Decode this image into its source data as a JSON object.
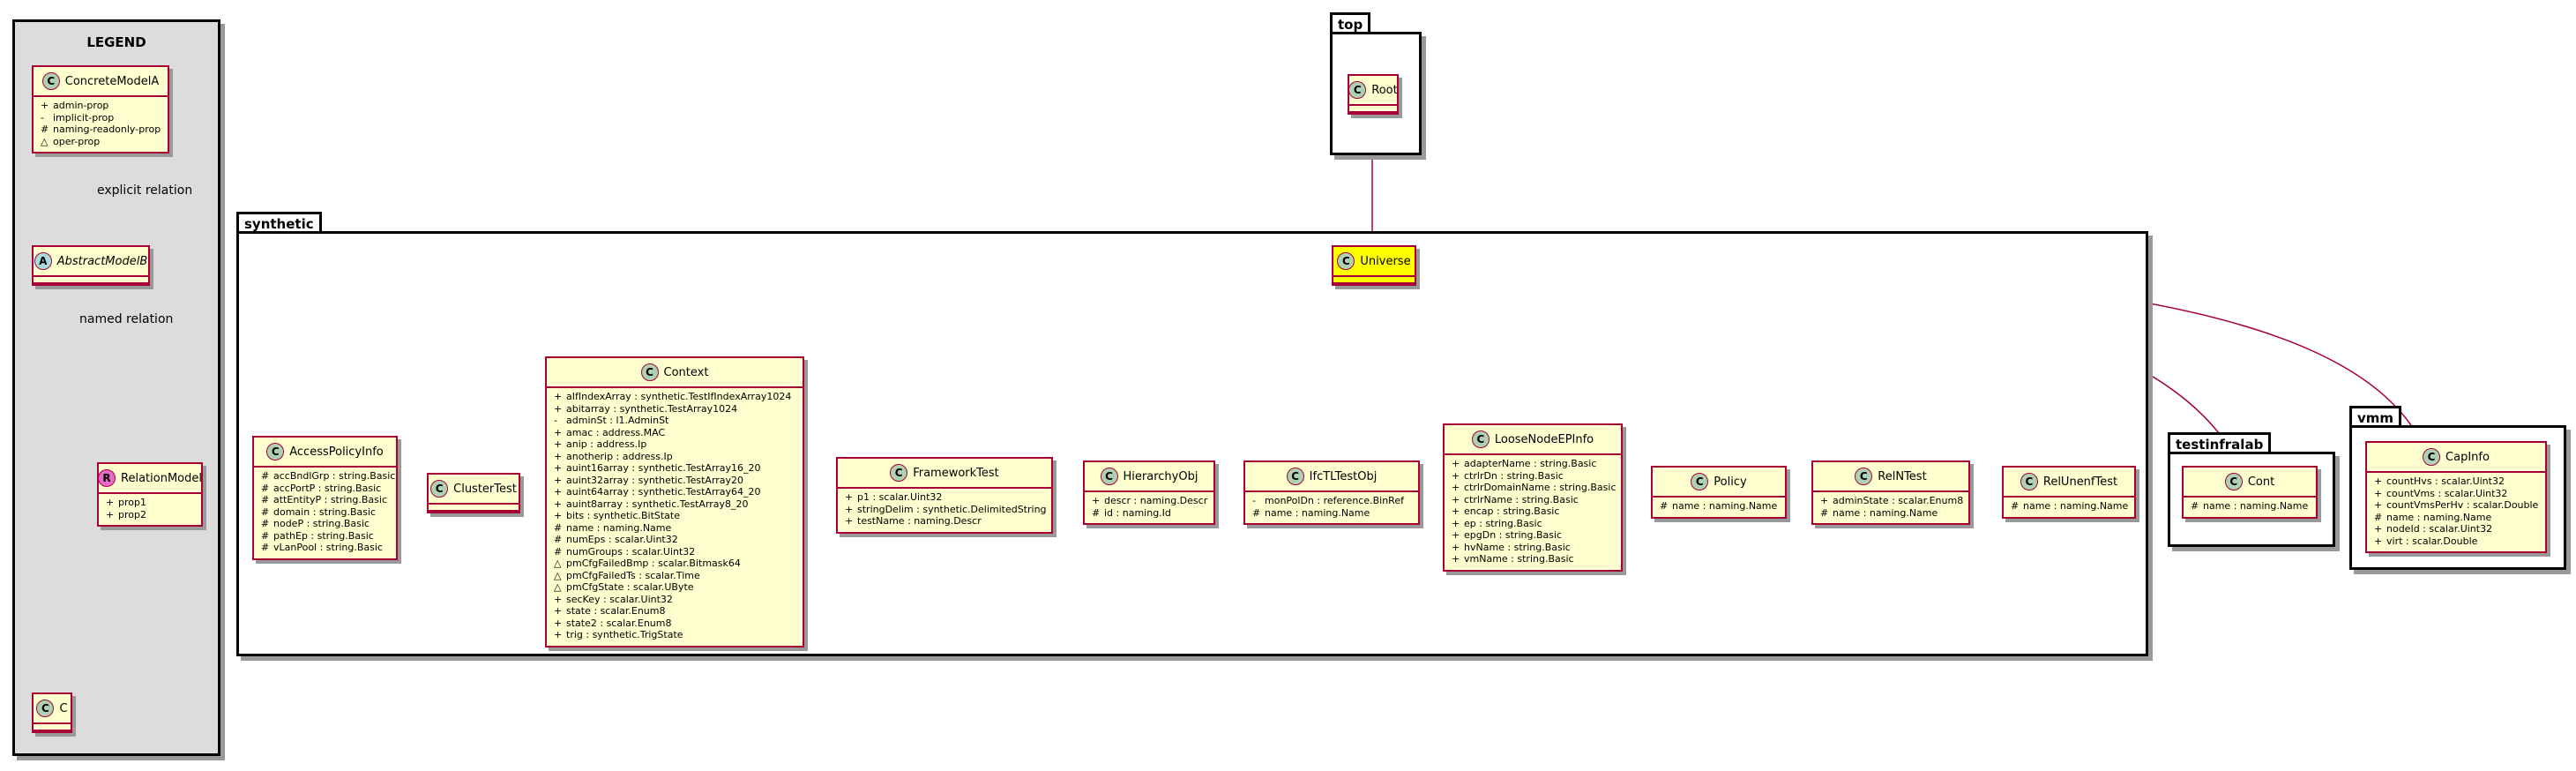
{
  "legend": {
    "title": "LEGEND",
    "concrete": {
      "name": "ConcreteModelA",
      "badge": "C",
      "attrs": [
        {
          "vis": "+",
          "text": "admin-prop"
        },
        {
          "vis": "-",
          "text": "implicit-prop"
        },
        {
          "vis": "#",
          "text": "naming-readonly-prop"
        },
        {
          "vis": "△",
          "text": "oper-prop"
        }
      ]
    },
    "explicit_label": "explicit relation",
    "abstract": {
      "name": "AbstractModelB",
      "badge": "A"
    },
    "named_label": "named relation",
    "relation": {
      "name": "RelationModel",
      "badge": "R",
      "attrs": [
        {
          "vis": "+",
          "text": "prop1"
        },
        {
          "vis": "+",
          "text": "prop2"
        }
      ]
    },
    "c": {
      "name": "C",
      "badge": "C"
    }
  },
  "packages": {
    "top": "top",
    "synthetic": "synthetic",
    "testinfralab": "testinfralab",
    "vmm": "vmm"
  },
  "classes": {
    "root": {
      "name": "Root",
      "badge": "C"
    },
    "universe": {
      "name": "Universe",
      "badge": "C"
    },
    "accesspolicyinfo": {
      "name": "AccessPolicyInfo",
      "badge": "C",
      "attrs": [
        {
          "vis": "#",
          "text": "accBndlGrp : string.Basic"
        },
        {
          "vis": "#",
          "text": "accPortP : string.Basic"
        },
        {
          "vis": "#",
          "text": "attEntityP : string.Basic"
        },
        {
          "vis": "#",
          "text": "domain : string.Basic"
        },
        {
          "vis": "#",
          "text": "nodeP : string.Basic"
        },
        {
          "vis": "#",
          "text": "pathEp : string.Basic"
        },
        {
          "vis": "#",
          "text": "vLanPool : string.Basic"
        }
      ]
    },
    "clustertest": {
      "name": "ClusterTest",
      "badge": "C"
    },
    "context": {
      "name": "Context",
      "badge": "C",
      "attrs": [
        {
          "vis": "+",
          "text": "aIfIndexArray : synthetic.TestIfIndexArray1024"
        },
        {
          "vis": "+",
          "text": "abitarray : synthetic.TestArray1024"
        },
        {
          "vis": "-",
          "text": "adminSt : l1.AdminSt"
        },
        {
          "vis": "+",
          "text": "amac : address.MAC"
        },
        {
          "vis": "+",
          "text": "anip : address.Ip"
        },
        {
          "vis": "+",
          "text": "anotherip : address.Ip"
        },
        {
          "vis": "+",
          "text": "auint16array : synthetic.TestArray16_20"
        },
        {
          "vis": "+",
          "text": "auint32array : synthetic.TestArray20"
        },
        {
          "vis": "+",
          "text": "auint64array : synthetic.TestArray64_20"
        },
        {
          "vis": "+",
          "text": "auint8array : synthetic.TestArray8_20"
        },
        {
          "vis": "+",
          "text": "bits : synthetic.BitState"
        },
        {
          "vis": "#",
          "text": "name : naming.Name"
        },
        {
          "vis": "#",
          "text": "numEps : scalar.Uint32"
        },
        {
          "vis": "#",
          "text": "numGroups : scalar.Uint32"
        },
        {
          "vis": "△",
          "text": "pmCfgFailedBmp : scalar.Bitmask64"
        },
        {
          "vis": "△",
          "text": "pmCfgFailedTs : scalar.Time"
        },
        {
          "vis": "△",
          "text": "pmCfgState : scalar.UByte"
        },
        {
          "vis": "+",
          "text": "secKey : scalar.Uint32"
        },
        {
          "vis": "+",
          "text": "state : scalar.Enum8"
        },
        {
          "vis": "+",
          "text": "state2 : scalar.Enum8"
        },
        {
          "vis": "+",
          "text": "trig : synthetic.TrigState"
        }
      ]
    },
    "frameworktest": {
      "name": "FrameworkTest",
      "badge": "C",
      "attrs": [
        {
          "vis": "+",
          "text": "p1 : scalar.Uint32"
        },
        {
          "vis": "+",
          "text": "stringDelim : synthetic.DelimitedString"
        },
        {
          "vis": "+",
          "text": "testName : naming.Descr"
        }
      ]
    },
    "hierarchyobj": {
      "name": "HierarchyObj",
      "badge": "C",
      "attrs": [
        {
          "vis": "+",
          "text": "descr : naming.Descr"
        },
        {
          "vis": "#",
          "text": "id : naming.Id"
        }
      ]
    },
    "ifctltestobj": {
      "name": "IfcTLTestObj",
      "badge": "C",
      "attrs": [
        {
          "vis": "-",
          "text": "monPolDn : reference.BinRef"
        },
        {
          "vis": "#",
          "text": "name : naming.Name"
        }
      ]
    },
    "loosenodeepinfo": {
      "name": "LooseNodeEPInfo",
      "badge": "C",
      "attrs": [
        {
          "vis": "+",
          "text": "adapterName : string.Basic"
        },
        {
          "vis": "+",
          "text": "ctrlrDn : string.Basic"
        },
        {
          "vis": "+",
          "text": "ctrlrDomainName : string.Basic"
        },
        {
          "vis": "+",
          "text": "ctrlrName : string.Basic"
        },
        {
          "vis": "+",
          "text": "encap : string.Basic"
        },
        {
          "vis": "+",
          "text": "ep : string.Basic"
        },
        {
          "vis": "+",
          "text": "epgDn : string.Basic"
        },
        {
          "vis": "+",
          "text": "hvName : string.Basic"
        },
        {
          "vis": "+",
          "text": "vmName : string.Basic"
        }
      ]
    },
    "policy": {
      "name": "Policy",
      "badge": "C",
      "attrs": [
        {
          "vis": "#",
          "text": "name : naming.Name"
        }
      ]
    },
    "relntest": {
      "name": "RelNTest",
      "badge": "C",
      "attrs": [
        {
          "vis": "+",
          "text": "adminState : scalar.Enum8"
        },
        {
          "vis": "#",
          "text": "name : naming.Name"
        }
      ]
    },
    "relunenftest": {
      "name": "RelUnenfTest",
      "badge": "C",
      "attrs": [
        {
          "vis": "#",
          "text": "name : naming.Name"
        }
      ]
    },
    "cont": {
      "name": "Cont",
      "badge": "C",
      "attrs": [
        {
          "vis": "#",
          "text": "name : naming.Name"
        }
      ]
    },
    "capinfo": {
      "name": "CapInfo",
      "badge": "C",
      "attrs": [
        {
          "vis": "+",
          "text": "countHvs : scalar.Uint32"
        },
        {
          "vis": "+",
          "text": "countVms : scalar.Uint32"
        },
        {
          "vis": "+",
          "text": "countVmsPerHv : scalar.Double"
        },
        {
          "vis": "#",
          "text": "name : naming.Name"
        },
        {
          "vis": "+",
          "text": "nodeId : scalar.Uint32"
        },
        {
          "vis": "+",
          "text": "virt : scalar.Double"
        }
      ]
    }
  },
  "colors": {
    "class_fill": "#fefece",
    "class_border": "#a80036",
    "universe_fill": "#ffff00",
    "legend_bg": "#dcdcdc",
    "edge": "#a80036"
  }
}
